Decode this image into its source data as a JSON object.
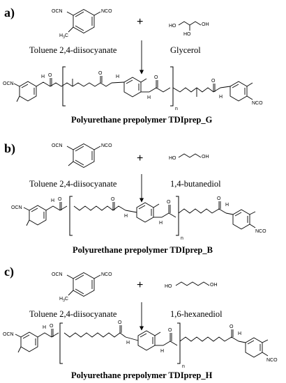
{
  "figure": {
    "panels": [
      {
        "label": "a)",
        "monomer1": "Toluene 2,4-diisocyanate",
        "monomer2": "Glycerol",
        "plus": "+",
        "product": "Polyurethane prepolymer TDIprep_G",
        "repeat": "n"
      },
      {
        "label": "b)",
        "monomer1": "Toluene 2,4-diisocyanate",
        "monomer2": "1,4-butanediol",
        "plus": "+",
        "product": "Polyurethane prepolymer TDIprep_B",
        "repeat": "n"
      },
      {
        "label": "c)",
        "monomer1": "Toluene 2,4-diisocyanate",
        "monomer2": "1,6-hexanediol",
        "plus": "+",
        "product": "Polyurethane prepolymer TDIprep_H",
        "repeat": "n"
      }
    ],
    "atoms": {
      "ocn": "OCN",
      "nco": "NCO",
      "ho": "HO",
      "oh": "OH",
      "h3c": "H",
      "h3c_sub": "3",
      "h3c_c": "C",
      "o": "O",
      "h": "H",
      "n": "N"
    }
  }
}
